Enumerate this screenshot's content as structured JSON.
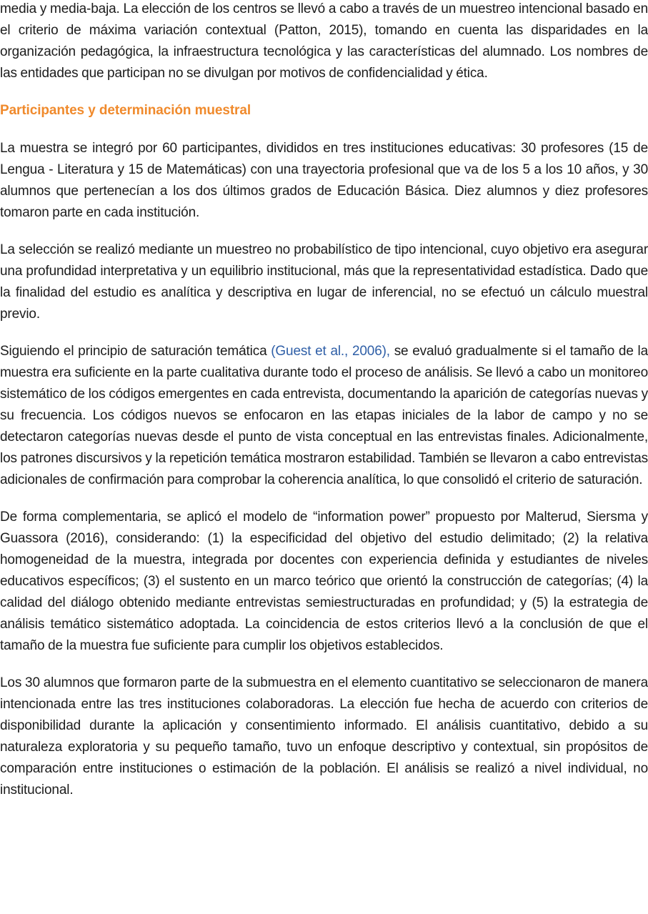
{
  "intro_paragraph": "media y media-baja. La elección de los centros se llevó a cabo a través de un muestreo intencional basado en el criterio de máxima variación contextual (Patton, 2015), tomando en cuenta las disparidades en la organización pedagógica, la infraestructura tecnológica y las características del alumnado. Los nombres de las entidades que participan no se divulgan por motivos de confidencialidad y ética.",
  "section": {
    "heading": "Participantes y determinación muestral",
    "heading_color": "#f08a2c"
  },
  "paragraphs": {
    "p1": "La muestra se integró por 60 participantes, divididos en tres instituciones educativas: 30 profesores (15 de Lengua - Literatura y 15 de Matemáticas) con una trayectoria profesional que va de los 5 a los 10 años, y 30 alumnos que pertenecían a los dos últimos grados de Educación Básica. Diez alumnos y diez profesores tomaron parte en cada institución.",
    "p2": "La selección se realizó mediante un muestreo no probabilístico de tipo intencional, cuyo objetivo era asegurar una profundidad interpretativa y un equilibrio institucional, más que la representatividad estadística. Dado que la finalidad del estudio es analítica y descriptiva en lugar de inferencial, no se efectuó un cálculo muestral previo.",
    "p3_before": "Siguiendo el principio de saturación temática ",
    "p3_citation": "(Guest et al., 2006),",
    "p3_after": " se evaluó gradualmente si el tamaño de la muestra era suficiente en la parte cualitativa durante todo el proceso de análisis. Se llevó a cabo un monitoreo sistemático de los códigos emergentes en cada entrevista, documentando la aparición de categorías nuevas y su frecuencia. Los códigos nuevos se enfocaron en las etapas iniciales de la labor de campo y no se detectaron categorías nuevas desde el punto de vista conceptual en las entrevistas finales. Adicionalmente, los patrones discursivos y la repetición temática mostraron estabilidad. También se llevaron a cabo entrevistas adicionales de confirmación para comprobar la coherencia analítica, lo que consolidó el criterio de saturación.",
    "p4": "De forma complementaria, se aplicó el modelo de “information power” propuesto por Malterud, Siersma y Guassora (2016), considerando: (1) la especificidad del objetivo del estudio delimitado; (2) la relativa homogeneidad de la muestra, integrada por docentes con experiencia definida y estudiantes de niveles educativos específicos; (3) el sustento en un marco teórico que orientó la construcción de categorías; (4) la calidad del diálogo obtenido mediante entrevistas semiestructuradas en profundidad; y (5) la estrategia de análisis temático sistemático adoptada. La coincidencia de estos criterios llevó a la conclusión de que el tamaño de la muestra fue suficiente para cumplir los objetivos establecidos.",
    "p5": "Los 30 alumnos que formaron parte de la submuestra en el elemento cuantitativo se seleccionaron de manera intencionada entre las tres instituciones colaboradoras. La elección fue hecha de acuerdo con criterios de disponibilidad durante la aplicación y consentimiento informado. El análisis cuantitativo, debido a su naturaleza exploratoria y su pequeño tamaño, tuvo un enfoque descriptivo y contextual, sin propósitos de comparación entre instituciones o estimación de la población. El análisis se realizó a nivel individual, no institucional."
  },
  "colors": {
    "text": "#1c1c1c",
    "citation_link": "#2f5fa7"
  }
}
